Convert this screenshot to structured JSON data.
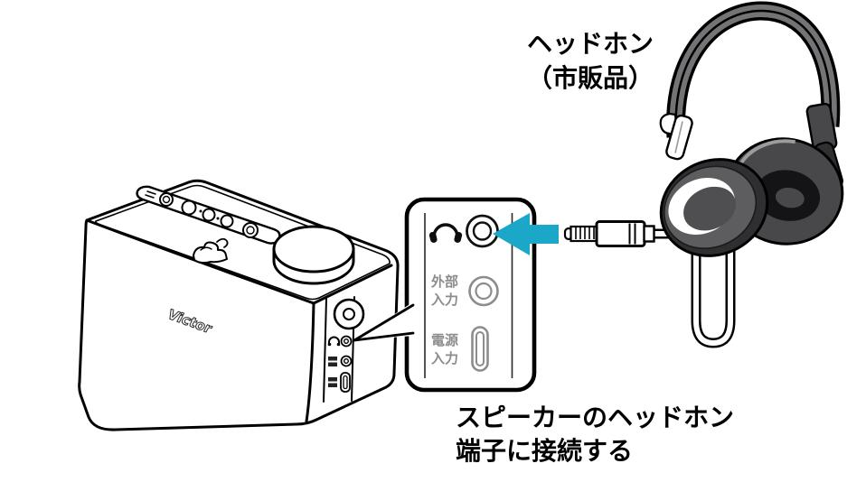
{
  "annotations": {
    "headphones_label": {
      "line1": "ヘッドホン",
      "line2": "（市販品）"
    },
    "instruction": {
      "line1": "スピーカーのヘッドホン",
      "line2": "端子に接続する"
    }
  },
  "callout_panel": {
    "headphone_port": {
      "icon": "headphones"
    },
    "aux_port": {
      "label_line1": "外部",
      "label_line2": "入力"
    },
    "power_port": {
      "label_line1": "電源",
      "label_line2": "入力"
    }
  },
  "speaker": {
    "brand": "Victor"
  },
  "colors": {
    "arrow_teal": "#1BA8C8",
    "label_gray": "#8C8C8C",
    "outline_black": "#000000",
    "headphone_dark": "#303032",
    "headphone_mid": "#58585A"
  }
}
